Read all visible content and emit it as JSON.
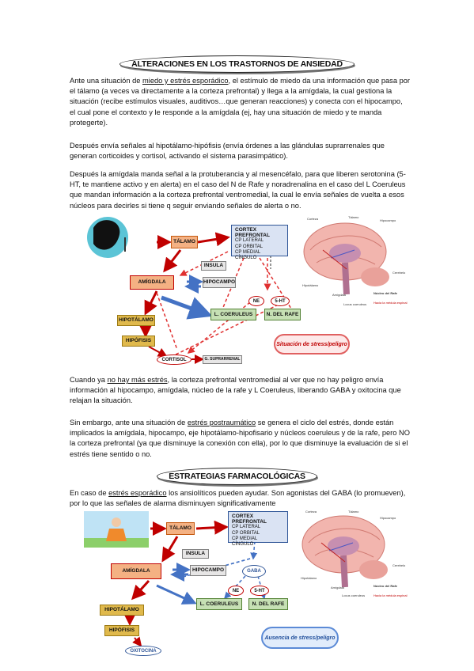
{
  "headings": {
    "h1": "ALTERACIONES EN LOS TRASTORNOS DE ANSIEDAD",
    "h2": "ESTRATEGIAS FARMACOLÓGICAS"
  },
  "p1": {
    "a": "Ante una situación de ",
    "u": "miedo y estrés esporádico",
    "b": ", el estímulo de miedo da una información que pasa por el tálamo (a veces va directamente a la corteza prefrontal) y llega a la amígdala, la cual gestiona la situación (recibe estímulos visuales, auditivos…que generan reacciones) y conecta con el hipocampo, el cual pone el contexto y le responde a la amígdala (ej, hay una situación de miedo y te manda protegerte)."
  },
  "p2": "Después envía señales al hipotálamo-hipófisis (envía órdenes a las glándulas suprarrenales que generan corticoides y cortisol, activando el sistema parasimpático).",
  "p3": "Después la amígdala manda señal a la protuberancia y al mesencéfalo, para que liberen serotonina (5-HT, te mantiene activo y en alerta) en el caso del N de Rafe y noradrenalina en el caso del L Coeruleus que mandan información a la corteza prefrontal ventromedial, la cual le envía señales de vuelta a esos núcleos para decirles si tiene q seguir enviando señales de alerta o no.",
  "p4": {
    "a": "Cuando ya ",
    "u": "no hay más estrés",
    "b": ", la corteza prefrontal ventromedial al ver que no hay peligro envía información al hipocampo, amígdala, núcleo de la rafe y L Coeruleus, liberando GABA y oxitocina que relajan la situación."
  },
  "p5": {
    "a": "Sin embargo, ante una situación de ",
    "u": "estrés postraumático",
    "b": " se genera el ciclo del estrés, donde están implicados la amígdala, hipocampo, eje hipotálamo-hipofisario y núcleos coeruleus y de la rafe, pero NO la corteza prefrontal (ya que disminuye la conexión con ella), por lo que disminuye la evaluación de si el estrés tiene sentido o no."
  },
  "p6": {
    "a": "En caso de ",
    "u": "estrés esporádico",
    "b": " los ansiolíticos pueden ayudar. Son agonistas del GABA (lo promueven), por lo que las señales de alarma disminuyen significativamente"
  },
  "diagram1": {
    "talamo": "TÁLAMO",
    "cortex_title": "CORTEX PREFRONTAL",
    "cortex_items": [
      "CP LATERAL",
      "CP ORBITAL",
      "CP MEDIAL",
      "CÍNGULO"
    ],
    "insula": "INSULA",
    "amigdala": "AMÍGDALA",
    "hipocampo": "HIPOCAMPO",
    "ne": "NE",
    "ht": "5-HT",
    "coeruleus": "L. COERULEUS",
    "rafe": "N. DEL RAFE",
    "hipotalamo": "HIPOTÁLAMO",
    "hipofisis": "HIPÓFISIS",
    "cortisol": "CORTISOL",
    "suprarrenal": "G. SUPRARRENAL",
    "cloud": "Situación de stress/peligro"
  },
  "diagram2": {
    "talamo": "TÁLAMO",
    "cortex_title": "CORTEX PREFRONTAL",
    "cortex_items": [
      "CP LATERAL",
      "CP ORBITAL",
      "CP MEDIAL",
      "CÍNGULO"
    ],
    "insula": "INSULA",
    "amigdala": "AMÍGDALA",
    "hipocampo": "HIPOCAMPO",
    "gaba": "GABA",
    "ne": "NE",
    "ht": "5-HT",
    "coeruleus": "L. COERULEUS",
    "rafe": "N. DEL RAFE",
    "hipotalamo": "HIPOTÁLAMO",
    "hipofisis": "HIPÓFISIS",
    "oxitocina": "OXITOCINA",
    "cloud": "Ausencia de stress/peligro"
  },
  "brain_labels": {
    "corteza": "Corteza",
    "talamo": "Tálamo",
    "hipocampo": "Hipocampo",
    "cerebelo": "Cerebelo",
    "hipotalamo": "Hipotálamo",
    "amigdala": "Amígdala",
    "locus": "Locus coeruleus",
    "nucleo": "Núcleo del Rafe",
    "medula": "Hacia la médula espinal"
  },
  "colors": {
    "red_arrow": "#c00000",
    "blue_arrow": "#4472c4",
    "dashed": "#e03030"
  }
}
